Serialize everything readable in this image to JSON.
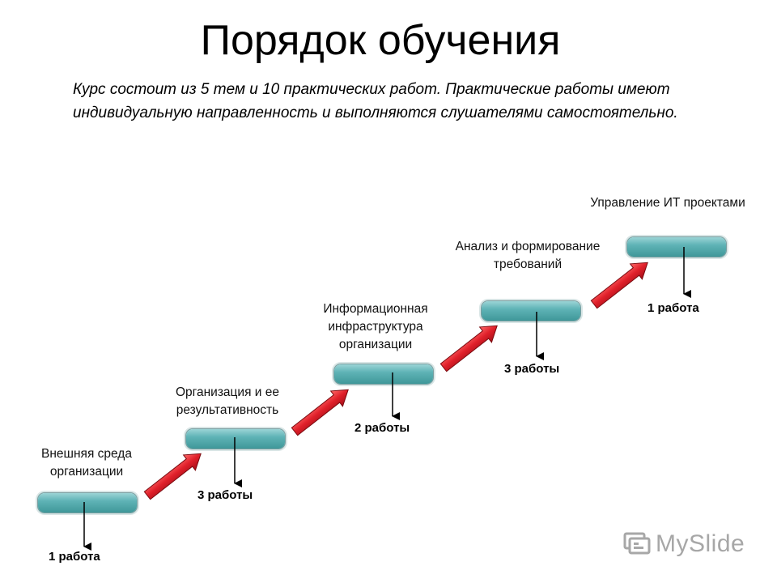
{
  "title": "Порядок обучения",
  "description": "Курс состоит из 5 тем и 10 практических работ. Практические работы имеют индивидуальную направленность и выполняются слушателями самостоятельно.",
  "stages": [
    {
      "label": "Внешняя среда организации",
      "count": "1 работа"
    },
    {
      "label": "Организация и ее результативность",
      "count": "3 работы"
    },
    {
      "label": "Информационная инфраструктура организации",
      "count": "2 работы"
    },
    {
      "label": "Анализ и формирование требований",
      "count": "3 работы"
    },
    {
      "label": "Управление ИТ проектами",
      "count": "1 работа"
    }
  ],
  "colors": {
    "bar": "#5fb3b6",
    "step_arrow": "#e0202a",
    "pointer": "#000000"
  },
  "logo": {
    "text": "MySlide",
    "icon": "myslide-logo-icon"
  }
}
